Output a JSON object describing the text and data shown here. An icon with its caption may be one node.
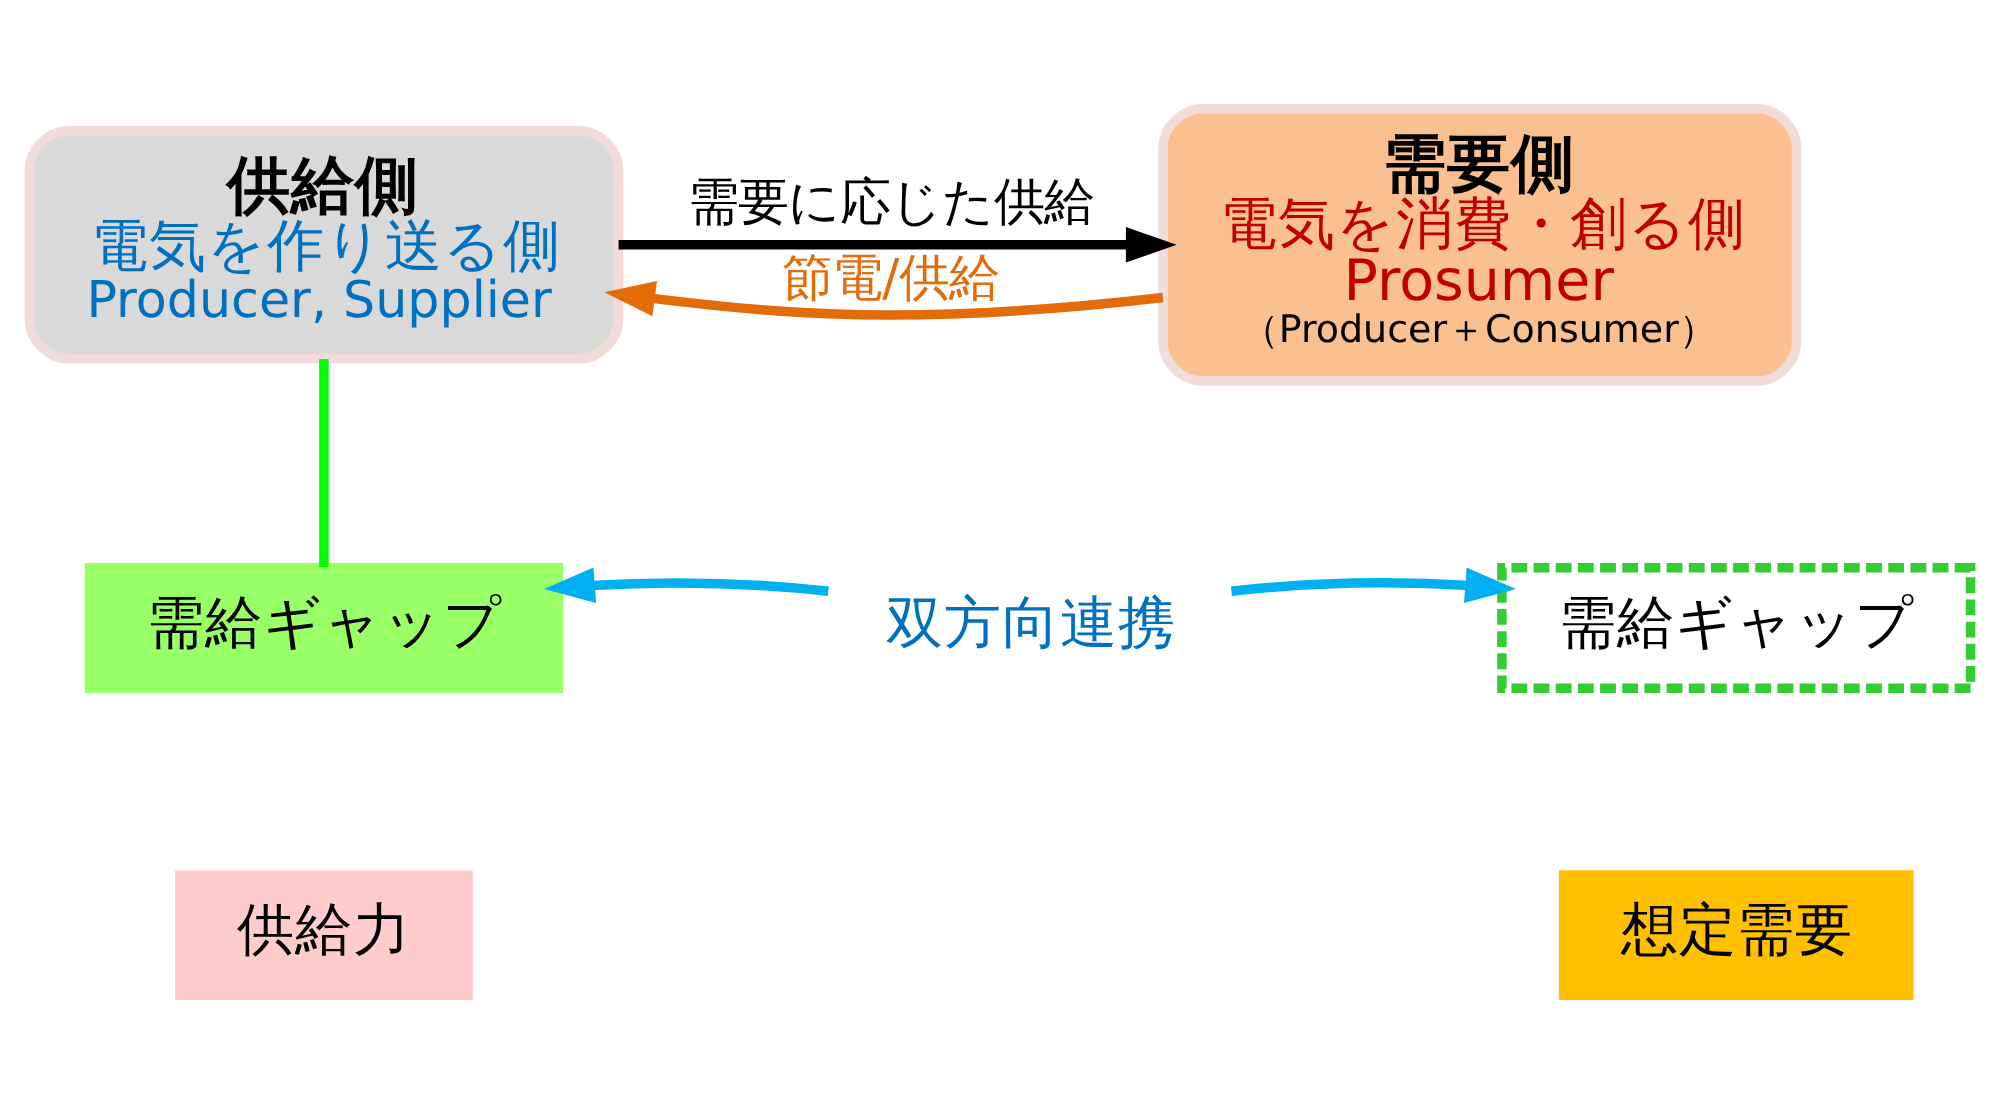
{
  "diagram": {
    "nodes": [
      {
        "text": [
          "供給側",
          "電気を作り送る側",
          "Producer, Supplier"
        ]
      },
      {
        "text": [
          "需要側",
          "電気を消費・創る側",
          "Prosumer",
          "（Producer＋Consumer）"
        ]
      },
      {
        "text": [
          "需給ギャップ"
        ]
      },
      {
        "text": [
          "供給力"
        ]
      },
      {
        "text": [
          "需給ギャップ"
        ]
      },
      {
        "text": [
          "想定需要"
        ]
      },
      {
        "text": [
          "双方向連携"
        ]
      }
    ],
    "edges": [
      {
        "from": 1,
        "to": 0,
        "arrow": "to",
        "label": "節電/供給",
        "color": "#e36c09"
      },
      {
        "from": 0,
        "to": 1,
        "arrow": "to",
        "label": "需要に応じた供給",
        "color": "#000000"
      },
      {
        "from": 6,
        "to": 2,
        "arrow": "to",
        "color": "#00b0f0"
      },
      {
        "from": 6,
        "to": 4,
        "arrow": "to",
        "color": "#00b0f0"
      },
      {
        "from": 0,
        "to": 2,
        "arrow": "none",
        "color": "#00ff00"
      }
    ]
  }
}
